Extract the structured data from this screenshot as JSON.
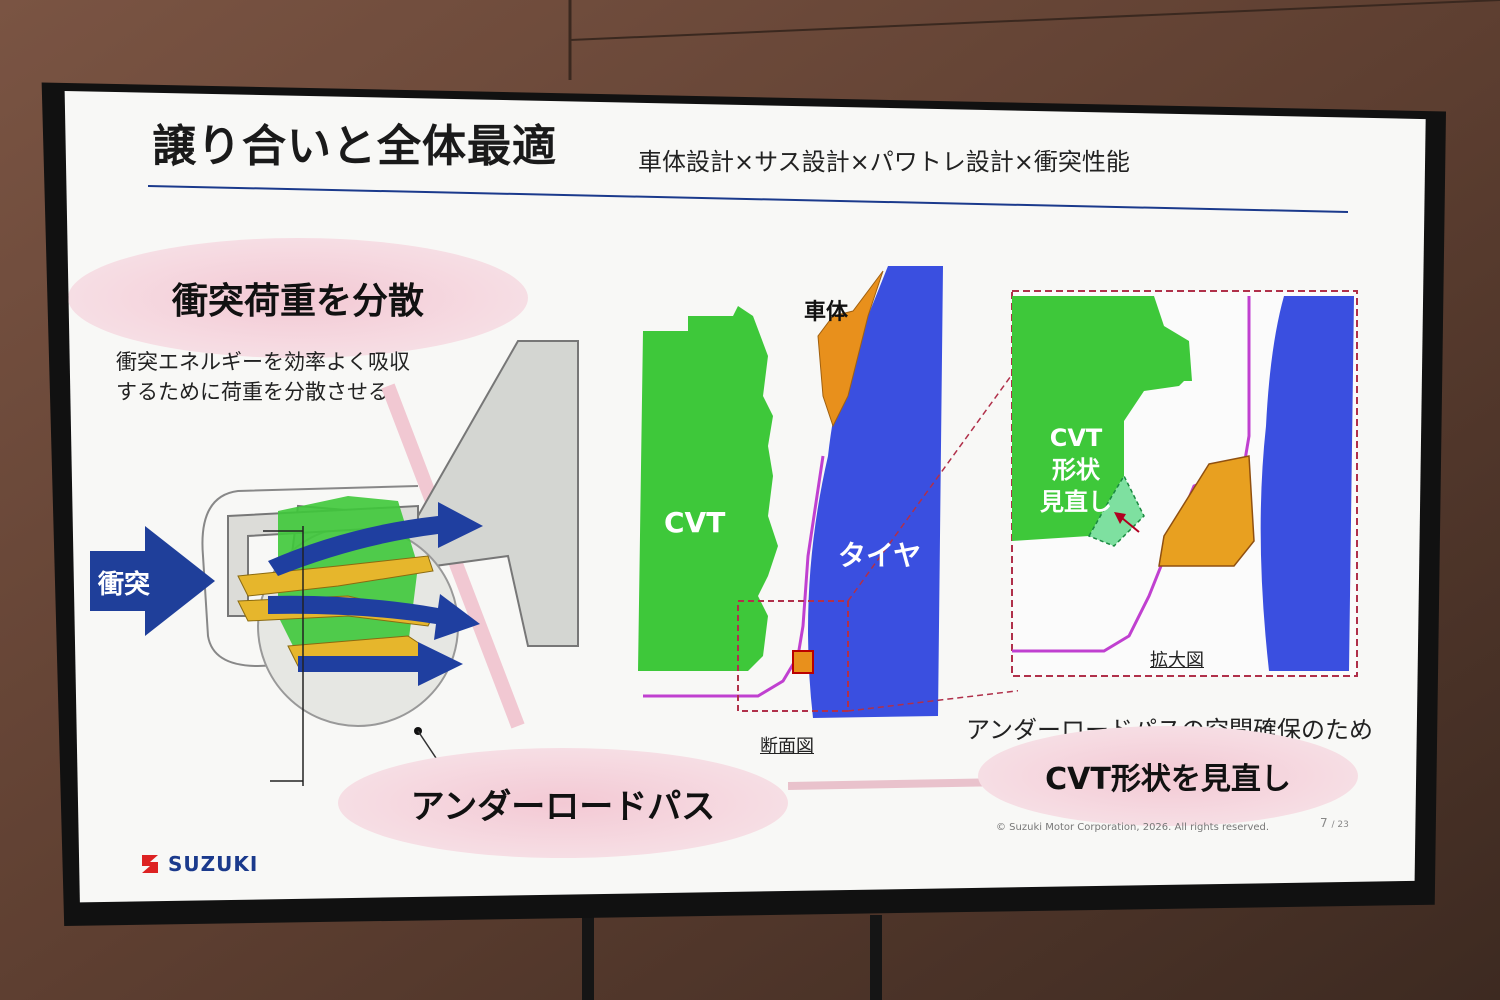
{
  "slide": {
    "title": "譲り合いと全体最適",
    "subtitle": "車体設計×サス設計×パワトレ設計×衝突性能"
  },
  "left_panel": {
    "heading": "衝突荷重を分散",
    "description_line1": "衝突エネルギーを効率よく吸収",
    "description_line2": "するために荷重を分散させる",
    "impact_label": "衝突",
    "underpath_label": "アンダーロードパス"
  },
  "cross_section": {
    "body_label": "車体",
    "cvt_label": "CVT",
    "tire_label": "タイヤ",
    "caption": "断面図"
  },
  "enlarged": {
    "cvt_label_line1": "CVT",
    "cvt_label_line2": "形状",
    "cvt_label_line3": "見直し",
    "caption": "拡大図",
    "note": "アンダーロードパスの空間確保のため",
    "conclusion": "CVT形状を見直し"
  },
  "footer": {
    "brand": "SUZUKI",
    "copyright": "© Suzuki Motor Corporation, 2026. All rights reserved.",
    "page_current": "7",
    "page_total": "/ 23"
  },
  "colors": {
    "green": "#3ec83a",
    "blue": "#3a4fe0",
    "orange": "#e8901c",
    "navy": "#1b3a8c",
    "magenta": "#c040d0",
    "dashed_red": "#b0304a"
  }
}
